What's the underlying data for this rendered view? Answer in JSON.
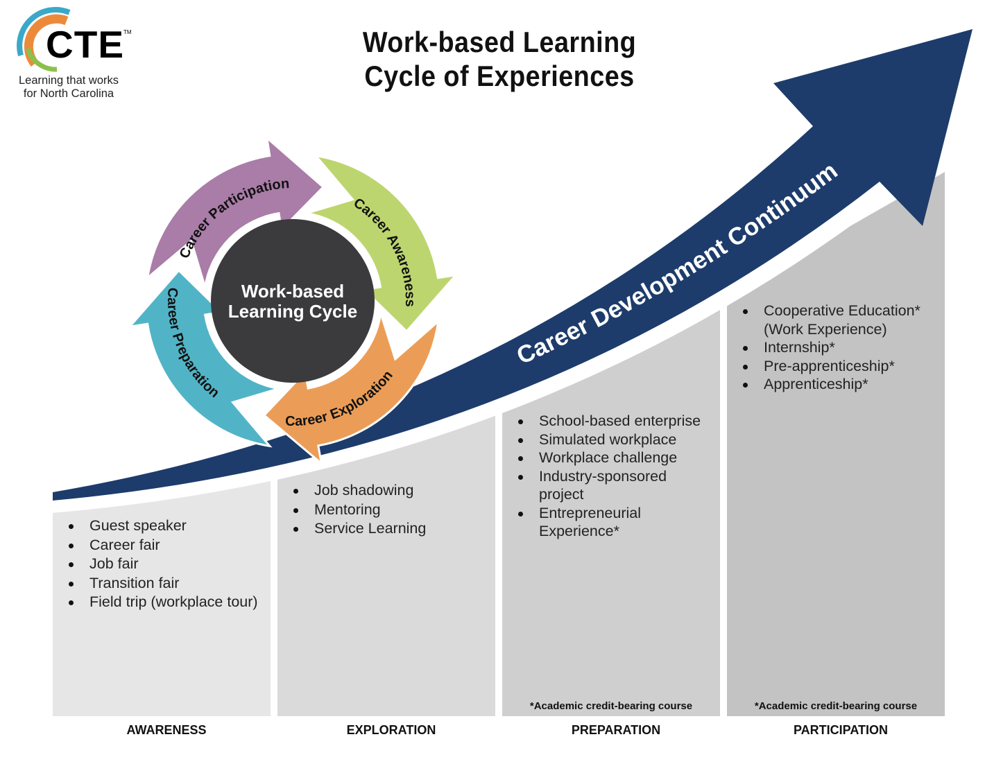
{
  "logo": {
    "name": "CTE",
    "trademark": "TM",
    "tagline_line1": "Learning that works",
    "tagline_line2": "for North Carolina"
  },
  "title": {
    "line1": "Work-based Learning",
    "line2": "Cycle of Experiences"
  },
  "continuum_label": "Career Development Continuum",
  "cycle": {
    "center_line1": "Work-based",
    "center_line2": "Learning Cycle",
    "segments": [
      {
        "label": "Career Participation",
        "color": "#a97da8"
      },
      {
        "label": "Career Awareness",
        "color": "#bdd56f"
      },
      {
        "label": "Career Exploration",
        "color": "#eb9d57"
      },
      {
        "label": "Career Preparation",
        "color": "#51b4c6"
      }
    ]
  },
  "colors": {
    "arrow": "#1d3c6b",
    "center": "#3b3b3d"
  },
  "columns": [
    {
      "label": "AWARENESS",
      "items": [
        "Guest speaker",
        "Career fair",
        "Job fair",
        "Transition fair",
        "Field trip (workplace tour)"
      ],
      "note": ""
    },
    {
      "label": "EXPLORATION",
      "items": [
        "Job shadowing",
        "Mentoring",
        "Service Learning"
      ],
      "note": ""
    },
    {
      "label": "PREPARATION",
      "items": [
        "School-based enterprise",
        "Simulated workplace",
        "Workplace challenge",
        "Industry-sponsored project",
        "Entrepreneurial Experience*"
      ],
      "note": "*Academic credit-bearing course"
    },
    {
      "label": "PARTICIPATION",
      "items": [
        "Cooperative Education* (Work Experience)",
        "Internship*",
        "Pre-apprenticeship*",
        "Apprenticeship*"
      ],
      "note": "*Academic credit-bearing course"
    }
  ]
}
